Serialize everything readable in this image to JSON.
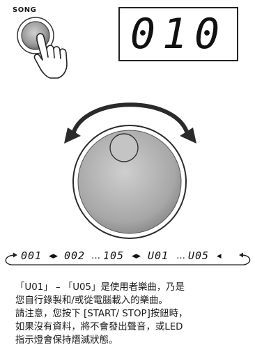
{
  "song_button": {
    "label": "SONG"
  },
  "display": {
    "value": "010"
  },
  "song_sequence": {
    "items": [
      "001",
      "002",
      "105",
      "U01",
      "U05"
    ],
    "ellipsis": "…"
  },
  "description": {
    "lines": [
      "「U01」 – 「U05」是使用者樂曲，乃是",
      "您自行錄製和/或從電腦載入的樂曲。",
      "請注意，您按下 [START/ STOP]按鈕時，",
      "如果沒有資料，將不會發出聲音，或LED",
      "指示燈會保持熸滅狀態。"
    ]
  },
  "icons": {
    "song_button": "round-button",
    "hand": "pressing-hand-icon",
    "dial": "data-dial",
    "rotate_arrow": "rotate-both-ways-arrow-icon"
  }
}
